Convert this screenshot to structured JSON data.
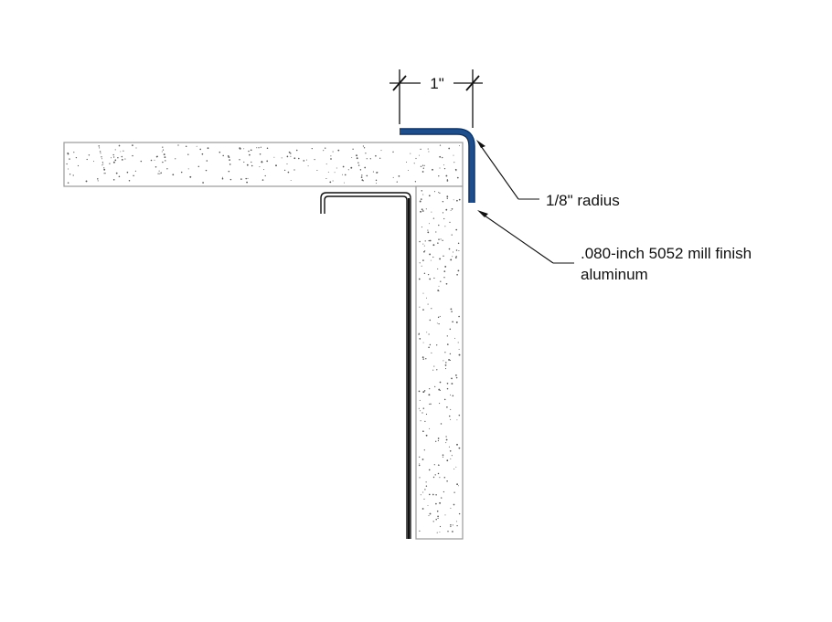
{
  "dimension": {
    "width_label": "1\""
  },
  "callouts": {
    "radius_label": "1/8\" radius",
    "material_line1": ".080-inch 5052 mill finish",
    "material_line2": "aluminum"
  },
  "colors": {
    "aluminum_trim": "#1f4e8c",
    "aluminum_trim_edge": "#0d2f5c",
    "drywall_outline": "#9a9a9a",
    "stud_line": "#111111",
    "speckle": "#555555",
    "leader_line": "#111111"
  }
}
